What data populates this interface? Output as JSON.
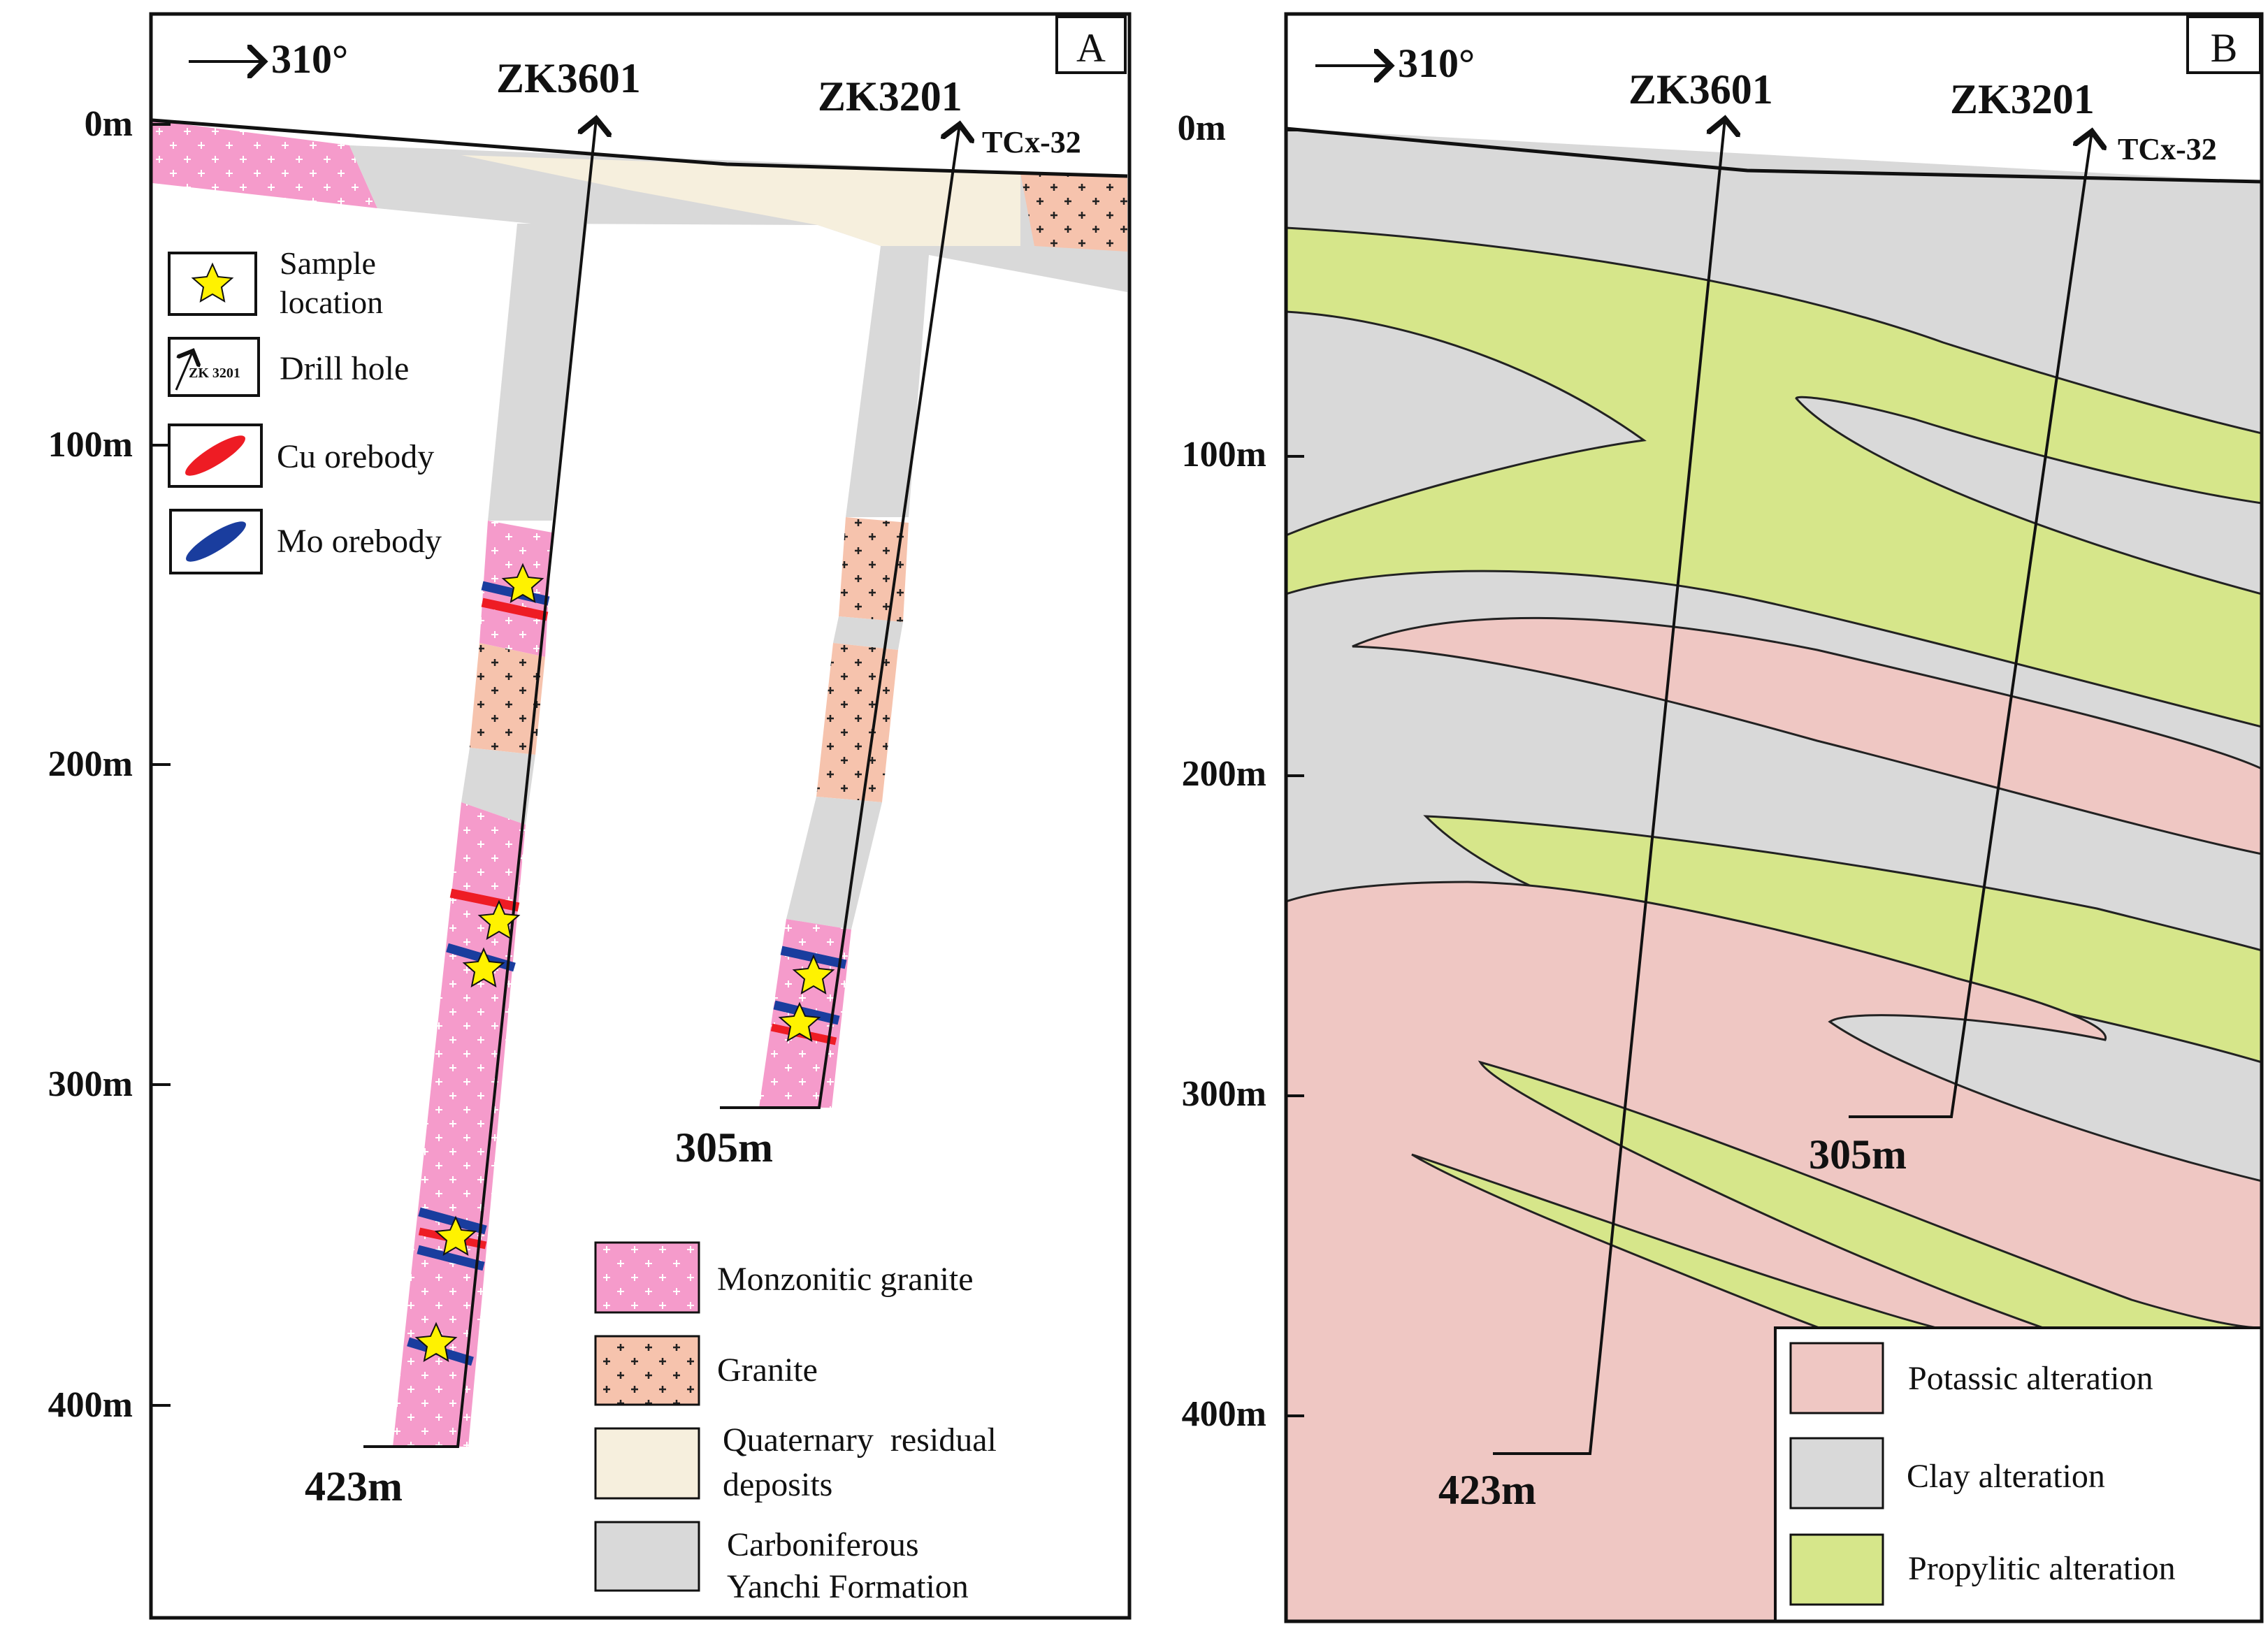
{
  "panel_a": {
    "letter": "A",
    "azimuth": "310°",
    "depth_labels": [
      "0m",
      "100m",
      "200m",
      "300m",
      "400m"
    ],
    "drill_holes": [
      {
        "name": "ZK3601",
        "end_depth": "423m"
      },
      {
        "name": "ZK3201",
        "end_depth": "305m"
      }
    ],
    "trench": "TCx-32",
    "symbol_legend": {
      "sample": [
        "Sample",
        "location"
      ],
      "drill_icon_text": "ZK 3201",
      "drill": "Drill hole",
      "cu": "Cu orebody",
      "mo": "Mo orebody"
    },
    "lithology_legend": {
      "monzonitic": "Monzonitic granite",
      "granite": "Granite",
      "quaternary": [
        "Quaternary  residual",
        "deposits"
      ],
      "carboniferous": [
        "Carboniferous",
        "Yanchi Formation"
      ]
    }
  },
  "panel_b": {
    "letter": "B",
    "azimuth": "310°",
    "depth_labels": [
      "0m",
      "100m",
      "200m",
      "300m",
      "400m"
    ],
    "drill_holes": [
      {
        "name": "ZK3601",
        "end_depth": "423m"
      },
      {
        "name": "ZK3201",
        "end_depth": "305m"
      }
    ],
    "trench": "TCx-32",
    "legend": {
      "potassic": "Potassic alteration",
      "clay": "Clay alteration",
      "propylitic": "Propylitic alteration"
    }
  },
  "colors": {
    "monzonitic_granite": "#f59bcb",
    "granite": "#f6c3ad",
    "quaternary": "#f6efdd",
    "carboniferous": "#d9d9d9",
    "potassic": "#efc7c3",
    "clay": "#d9d9d9",
    "propylitic": "#d6e68a",
    "cu_orebody": "#ee1c24",
    "mo_orebody": "#1a3d9e",
    "sample_star": "#fff200"
  }
}
